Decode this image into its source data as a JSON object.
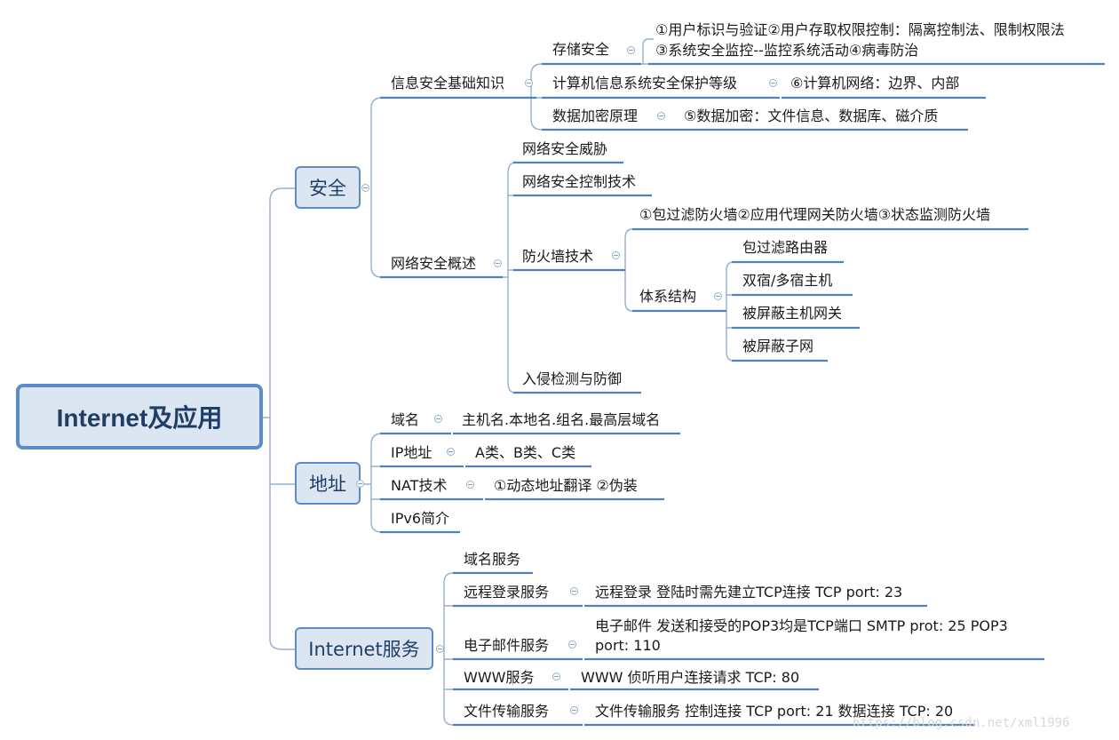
{
  "root": "Internet及应用",
  "branches": {
    "security": "安全",
    "address": "地址",
    "services": "Internet服务"
  },
  "security": {
    "basics": {
      "label": "信息安全基础知识",
      "storage": {
        "label": "存储安全",
        "line1": "①用户标识与验证②用户存取权限控制：隔离控制法、限制权限法",
        "line2": "③系统安全监控--监控系统活动④病毒防治"
      },
      "protection": {
        "label": "计算机信息系统安全保护等级",
        "detail": "⑥计算机网络：边界、内部"
      },
      "encryption": {
        "label": "数据加密原理",
        "detail": "⑤数据加密：文件信息、数据库、磁介质"
      }
    },
    "overview": {
      "label": "网络安全概述",
      "threats": "网络安全威胁",
      "control": "网络安全控制技术",
      "firewall": {
        "label": "防火墙技术",
        "types": "①包过滤防火墙②应用代理网关防火墙③状态监测防火墙",
        "arch": {
          "label": "体系结构",
          "items": [
            "包过滤路由器",
            "双宿/多宿主机",
            "被屏蔽主机网关",
            "被屏蔽子网"
          ]
        }
      },
      "ids": "入侵检测与防御"
    }
  },
  "address": {
    "domain": {
      "label": "域名",
      "detail": "主机名.本地名.组名.最高层域名"
    },
    "ip": {
      "label": "IP地址",
      "detail": "A类、B类、C类"
    },
    "nat": {
      "label": "NAT技术",
      "detail": "①动态地址翻译 ②伪装"
    },
    "ipv6": {
      "label": "IPv6简介"
    }
  },
  "services": {
    "dns": {
      "label": "域名服务"
    },
    "remote": {
      "label": "远程登录服务",
      "detail": "远程登录 登陆时需先建立TCP连接 TCP port: 23"
    },
    "email": {
      "label": "电子邮件服务",
      "detail": "电子邮件 发送和接受的POP3均是TCP端口 SMTP prot: 25 POP3 port: 110"
    },
    "www": {
      "label": "WWW服务",
      "detail": "WWW 侦听用户连接请求 TCP: 80"
    },
    "ftp": {
      "label": "文件传输服务",
      "detail": "文件传输服务 控制连接 TCP port: 21 数据连接 TCP: 20"
    }
  },
  "watermark": "https://blog.csdn.net/xml1996",
  "colors": {
    "line": "#4f81bd",
    "connector": "#93afd3",
    "box_fill": "#dce6f2",
    "box_border": "#5b8cc8",
    "text": "#1a1a1a"
  }
}
